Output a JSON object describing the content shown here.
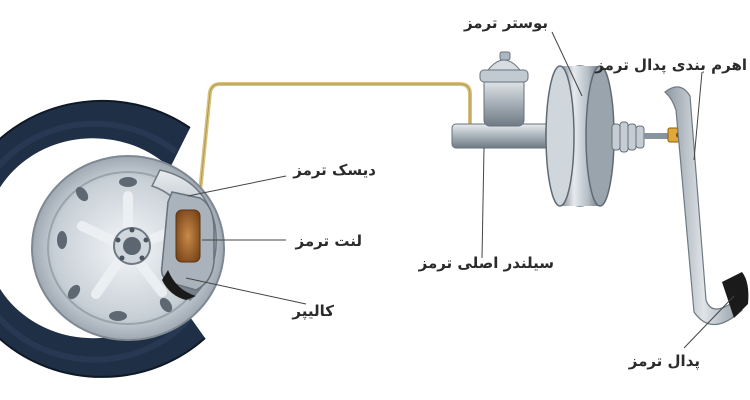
{
  "labels": {
    "booster": "بوستر ترمز",
    "pedal_linkage": "اهرم بندی پدال ترمز",
    "brake_disc": "دیسک ترمز",
    "brake_pad": "لنت ترمز",
    "master_cylinder": "سیلندر اصلی ترمز",
    "caliper": "کالیپر",
    "brake_pedal": "پدال ترمز"
  },
  "colors": {
    "tire": "#1f2f45",
    "rim": "#c9d2da",
    "brake_line": "#d9c27a",
    "pad": "#a0602a",
    "metal": "#9aa4ad",
    "label_text": "#2b2b2b"
  }
}
